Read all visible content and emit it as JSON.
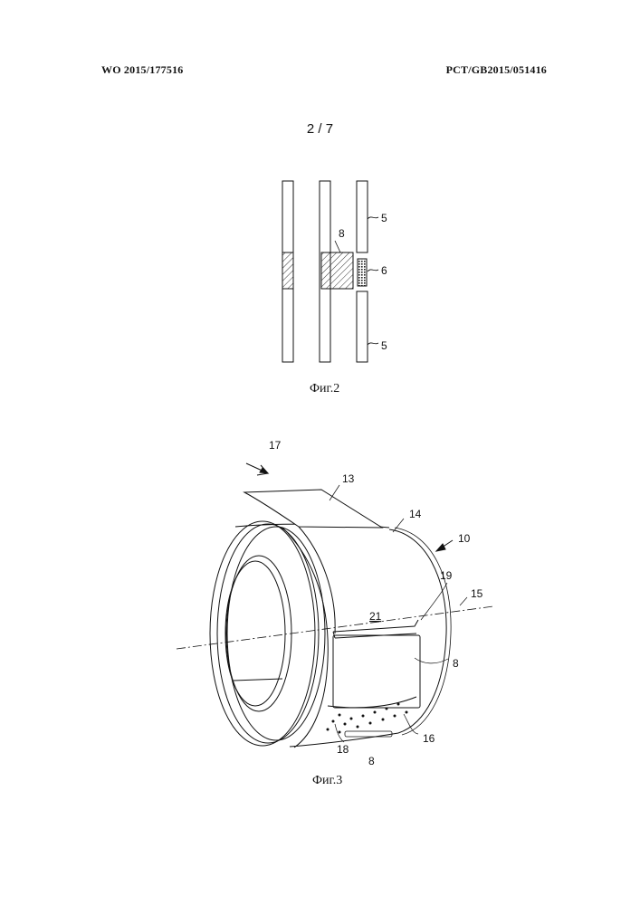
{
  "header": {
    "publication_number": "WO 2015/177516",
    "application_number": "PCT/GB2015/051416"
  },
  "page": {
    "sheet": "2 / 7"
  },
  "figures": [
    {
      "caption": "Фиг.2",
      "labels": {
        "ref_5_top": "5",
        "ref_6": "6",
        "ref_8": "8",
        "ref_5_bottom": "5"
      }
    },
    {
      "caption": "Фиг.3",
      "labels": {
        "ref_17": "17",
        "ref_13": "13",
        "ref_14": "14",
        "ref_10": "10",
        "ref_19": "19",
        "ref_15": "15",
        "ref_21": "21",
        "ref_8_side": "8",
        "ref_18": "18",
        "ref_8_bottom": "8",
        "ref_16": "16"
      }
    }
  ]
}
